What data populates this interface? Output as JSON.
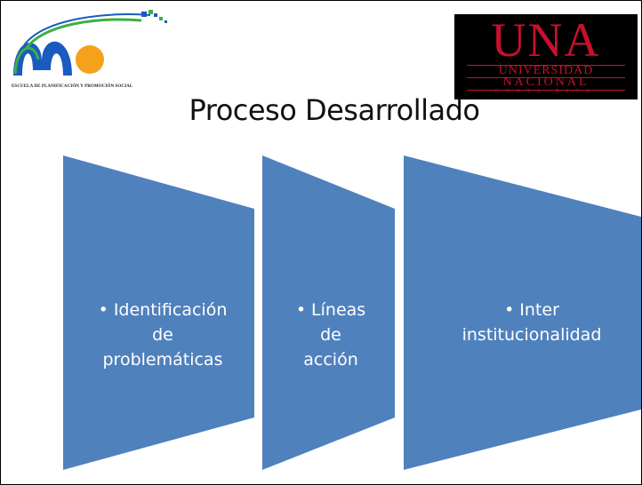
{
  "slide": {
    "title": "Proceso Desarrollado"
  },
  "logos": {
    "left": {
      "icon": "mo-logo-icon",
      "caption": "ESCUELA DE PLANIFICACIÓN Y PROMOCIÓN SOCIAL",
      "colors": {
        "blue": "#1a5bbf",
        "green": "#3cb043",
        "orange": "#f5a11c"
      }
    },
    "right": {
      "text": "UNA",
      "line1": "UNIVERSIDAD",
      "line2": "NACIONAL",
      "line3": "COSTA RICA",
      "colors": {
        "background": "#000000",
        "text": "#c8102e"
      }
    }
  },
  "process": {
    "fill_color": "#4f81bd",
    "steps": [
      {
        "bullet": "•",
        "line1": "Identificación",
        "line2": "de",
        "line3": "problemáticas"
      },
      {
        "bullet": "•",
        "line1": "Líneas",
        "line2": "de",
        "line3": "acción"
      },
      {
        "bullet": "•",
        "line1": "Inter",
        "line2": "institucionalidad"
      }
    ]
  }
}
